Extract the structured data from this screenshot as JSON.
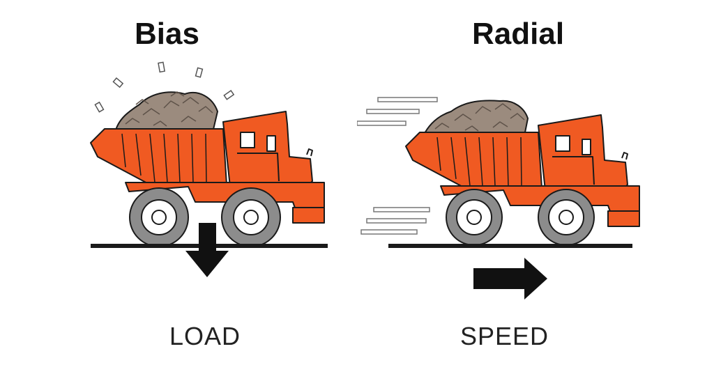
{
  "panels": {
    "left": {
      "title": "Bias",
      "caption": "LOAD"
    },
    "right": {
      "title": "Radial",
      "caption": "SPEED"
    }
  },
  "colors": {
    "truck_body": "#f05a22",
    "truck_outline": "#1a1a1a",
    "tire": "#8c8c8c",
    "hub": "#ffffff",
    "rocks": "#9b8b7e",
    "ground": "#1a1a1a",
    "arrow": "#111111",
    "speed_lines": "#cccccc"
  },
  "icons": {
    "left_truck": "dump-truck-icon",
    "right_truck": "dump-truck-icon",
    "load_arrow": "arrow-down-icon",
    "speed_arrow": "arrow-right-icon"
  }
}
